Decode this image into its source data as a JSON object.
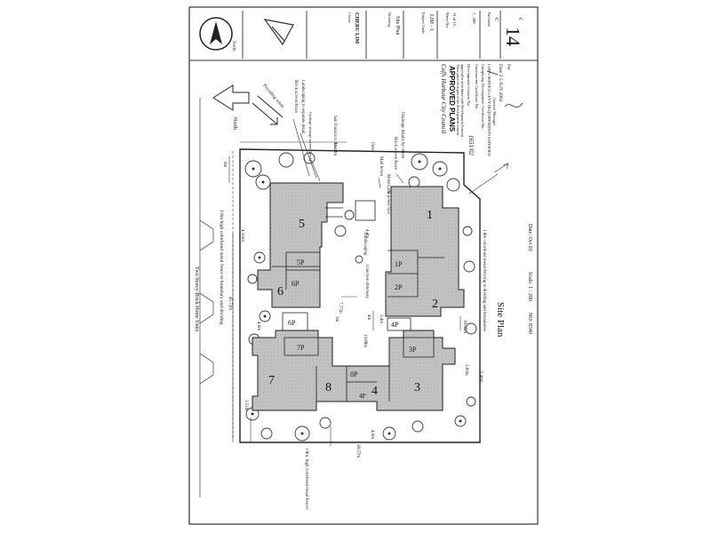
{
  "title_block": {
    "sheet_number": "14",
    "sheet_suffix": "c",
    "north_label": "North",
    "client_label": "Client:",
    "client": "CHERU LIM",
    "drawing_label": "Drawing:",
    "drawing": "Site Plan",
    "project_code_label": "Project Code:",
    "project_code": "LIM - 1",
    "revision_label": "Revision",
    "revision": "C",
    "scale_code": "1 : 200",
    "sheet_label": "Sheet No:",
    "sheet_of": "14 of 15"
  },
  "approval": {
    "council": "Coffs Harbour City Council",
    "heading": "APPROVED PLANS",
    "stamp_line1": "These plans form part of the development consent",
    "stamp_line2": "approval in accordance with Development Consent",
    "consent_label": "Development Consent No.",
    "consent_number": "1651/02",
    "construction_label": "Construction Certificate No.",
    "complying_label": "Complying Development Certificate No.",
    "levy_label": "LONG SERVICE LEVY REQUIREMENTS SATISFIED",
    "manager_label": "General Manager",
    "date_line": "Date   2 5  JUN 2004",
    "per_label": "Per"
  },
  "drawing": {
    "site_plan_title": "Site Plan",
    "scale": "Scale:  1 : 200",
    "date": "Date:  Oct 03",
    "job_no": "NO: 0340",
    "north": "North",
    "prevailing_winds": "Prevailing winds",
    "neighbour": "Two Storey Brick Home Units",
    "fence_west": "1.8m high colorbond metal fence to boundary and dividing",
    "fence_south": "1.8m. high colorbond metal fences",
    "fence_east": "1.8m colorbond metal fencing to dividing and boundaries",
    "brick_screen": "Brick screen fence",
    "landscaping_separate": "Landscaping to separate detail",
    "garbage": "Garbage storage screen (brick)",
    "drive": "Drive",
    "mail_boxes": "Mail boxes",
    "meters": "Meters and power box",
    "brick_screen_fence": "Brick screen fence",
    "street": "San Francisco Ave.",
    "drainage": "Drainage details by others",
    "landscaping": "Landscaping",
    "concrete_driveway": "Concrete driveway"
  },
  "dimensions": {
    "d_front": "30.48m",
    "d_6m": "6m",
    "d_4_1": "4.1mm",
    "d_4_4": "4.4m",
    "d_45": "45.72m",
    "d_3m": "3m",
    "d_4_6": "4.6m",
    "d_7_7": "7.77m",
    "d_4m": "4m",
    "d_3_4": "3.4m",
    "d_10": "10.88m",
    "d_39": "39.62m",
    "d_3_51": "3.51m",
    "d_4_0": "4.0m",
    "d_38": "38.57m",
    "d_3_90": "3.90m",
    "d_5_46": "5.46m"
  },
  "units": {
    "u1": "1",
    "u2": "2",
    "u3": "3",
    "u4": "4",
    "u5": "5",
    "u6": "6",
    "u7": "7",
    "u8": "8",
    "p1": "1P",
    "p2": "2P",
    "p3": "3P",
    "p4": "4P",
    "p5": "5P",
    "p6": "6P",
    "p7": "7P",
    "p8": "8P",
    "g4p": "4P",
    "g6p": "6P"
  }
}
